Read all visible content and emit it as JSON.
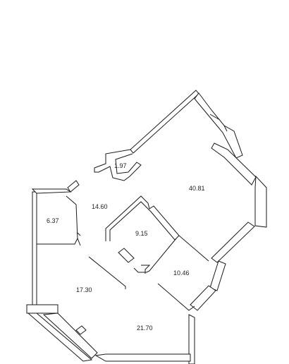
{
  "plan": {
    "rooms": [
      {
        "key": "room-1-97",
        "area": "1.97"
      },
      {
        "key": "room-40-81",
        "area": "40.81"
      },
      {
        "key": "room-14-60",
        "area": "14.60"
      },
      {
        "key": "room-6-37",
        "area": "6.37"
      },
      {
        "key": "room-9-15",
        "area": "9.15"
      },
      {
        "key": "room-10-46",
        "area": "10.46"
      },
      {
        "key": "room-17-30",
        "area": "17.30"
      },
      {
        "key": "room-21-70",
        "area": "21.70"
      }
    ],
    "colors": {
      "wall": "#ffffff",
      "wall_stroke": "#1a1a1a",
      "background": "#ffffff"
    }
  }
}
